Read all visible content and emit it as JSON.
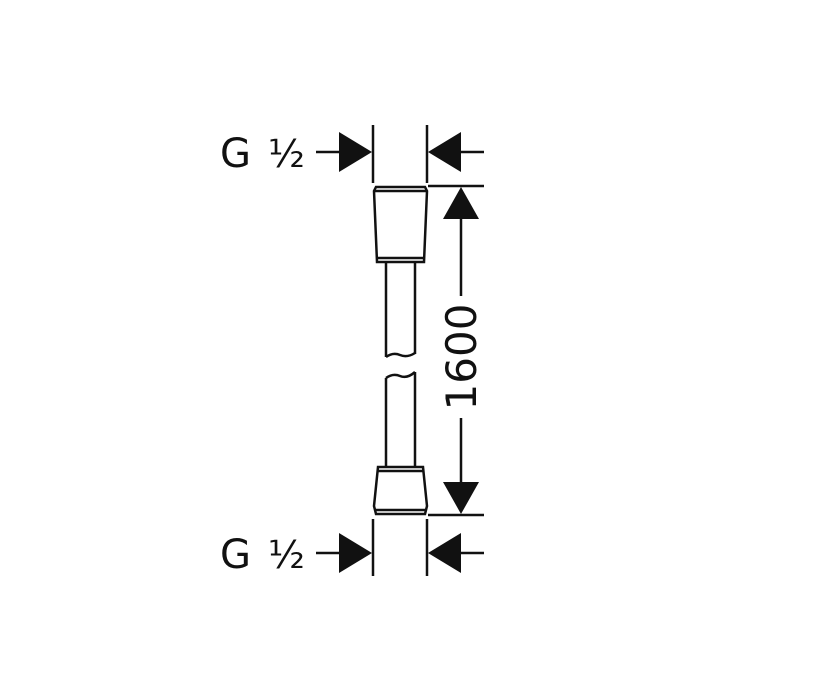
{
  "drawing": {
    "top_thread_label": {
      "letter": "G",
      "size": "½"
    },
    "bottom_thread_label": {
      "letter": "G",
      "size": "½"
    },
    "length_dimension": "1600"
  },
  "colors": {
    "line": "#111111",
    "background": "#ffffff"
  }
}
